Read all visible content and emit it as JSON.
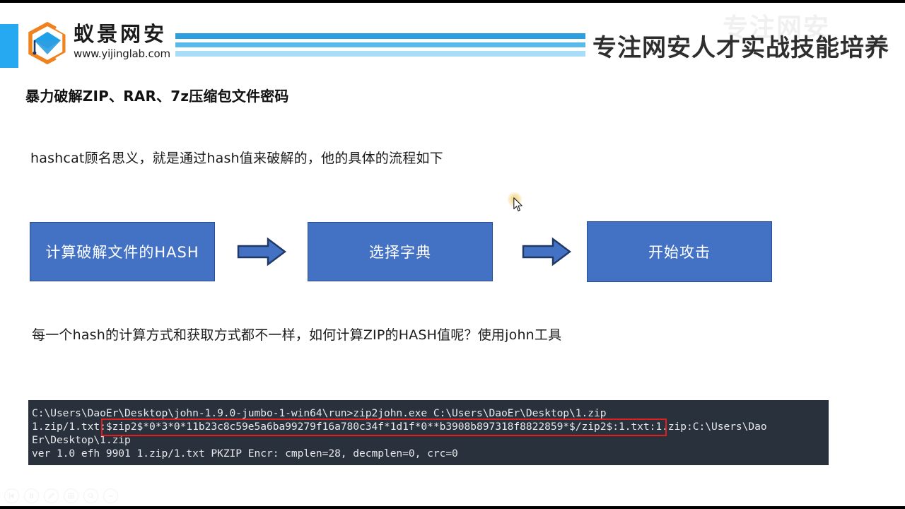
{
  "header": {
    "logo_title": "蚁景网安",
    "logo_url": "www.yijinglab.com",
    "slogan": "专注网安人才实战技能培养",
    "watermark": "专注网安",
    "logo_icon": "hexagon-graduation-cap-logo",
    "accent_color": "#26a9f0",
    "stripe_colors": [
      "#2b9fe0",
      "#59b9ea",
      "#a9dcf7"
    ]
  },
  "slide": {
    "title": "暴力破解ZIP、RAR、7z压缩包文件密码",
    "paragraph_1": "hashcat顾名思义，就是通过hash值来破解的，他的具体的流程如下",
    "paragraph_2": "每一个hash的计算方式和获取方式都不一样，如何计算ZIP的HASH值呢？使用john工具"
  },
  "flowchart": {
    "box_fill": "#4372c4",
    "box_border": "#2a4e8f",
    "arrow_fill": "#4372c4",
    "arrow_border": "#1f3864",
    "steps": [
      {
        "label": "计算破解文件的HASH"
      },
      {
        "label": "选择字典"
      },
      {
        "label": "开始攻击"
      }
    ],
    "arrows": [
      {
        "name": "flow-arrow-1"
      },
      {
        "name": "flow-arrow-2"
      }
    ]
  },
  "terminal": {
    "background": "#29313d",
    "text_color": "#e6e8ea",
    "highlight_color": "#e02020",
    "lines": [
      "C:\\Users\\DaoEr\\Desktop\\john-1.9.0-jumbo-1-win64\\run>zip2john.exe C:\\Users\\DaoEr\\Desktop\\1.zip",
      "1.zip/1.txt:$zip2$*0*3*0*11b23c8c59e5a6ba99279f16a780c34f*1d1f*0**b3908b897318f8822859*$/zip2$:1.txt:1.zip:C:\\Users\\Dao",
      "Er\\Desktop\\1.zip",
      "ver 1.0 efh 9901 1.zip/1.txt PKZIP Encr: cmplen=28, decmplen=0, crc=0"
    ],
    "highlighted_hash": "$zip2$*0*3*0*11b23c8c59e5a6ba99279f16a780c34f*1d1f*0**b3908b897318f8822859*$/zip2$"
  },
  "player_controls": [
    {
      "icon": "skip-back-icon"
    },
    {
      "icon": "pause-icon"
    },
    {
      "icon": "pen-icon"
    },
    {
      "icon": "screenshot-icon"
    },
    {
      "icon": "zoom-icon"
    },
    {
      "icon": "minus-icon"
    }
  ],
  "cursor": {
    "icon": "mouse-pointer-icon",
    "highlight_color": "#f0c85a"
  }
}
